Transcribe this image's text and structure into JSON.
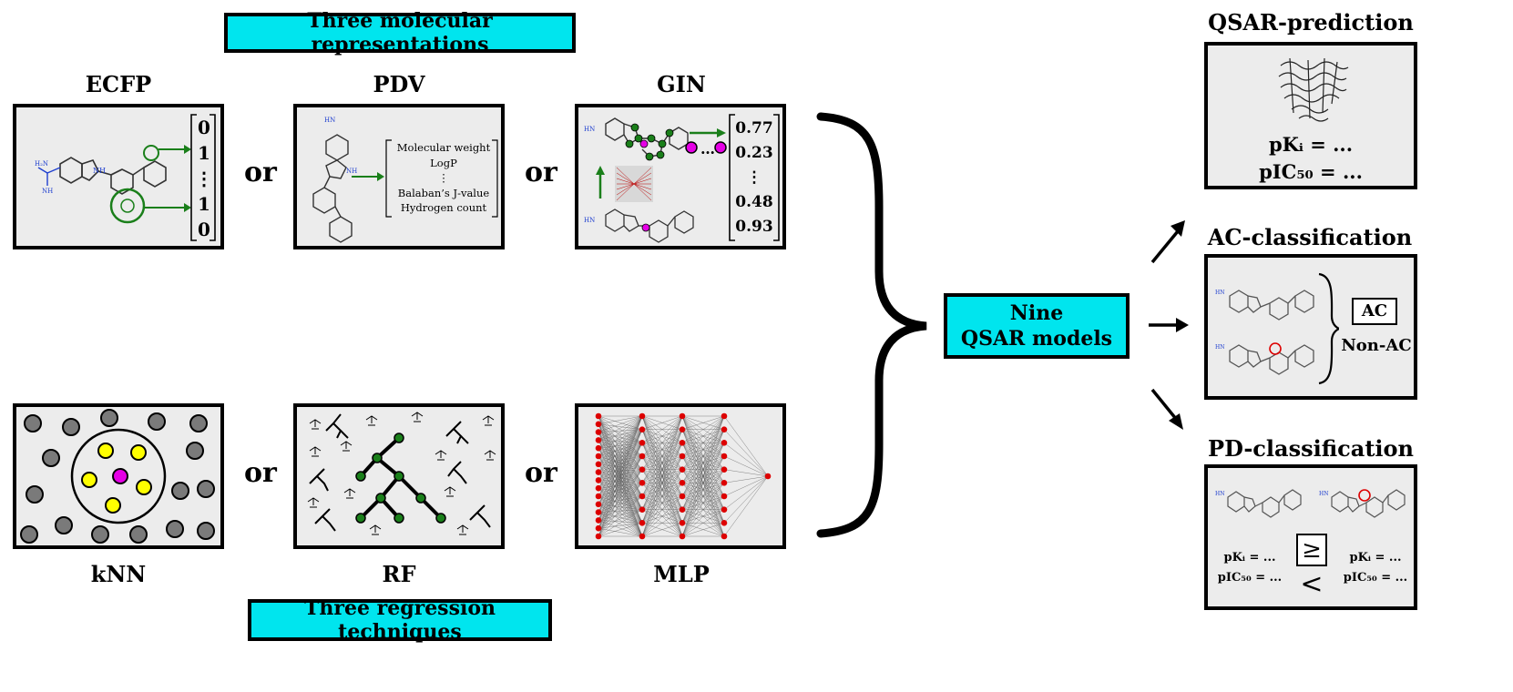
{
  "banners": {
    "representations": "Three molecular representations",
    "techniques": "Three regression techniques",
    "models_line1": "Nine",
    "models_line2": "QSAR models"
  },
  "representations": {
    "ecfp": "ECFP",
    "pdv": "PDV",
    "gin": "GIN"
  },
  "techniques": {
    "knn": "kNN",
    "rf": "RF",
    "mlp": "MLP"
  },
  "connector": "or",
  "ecfp_vector": [
    "0",
    "1",
    "⋮",
    "1",
    "0"
  ],
  "pdv_vector": [
    "Molecular weight",
    "LogP",
    "⋮",
    "Balaban’s J-value",
    "Hydrogen count"
  ],
  "gin_vector": [
    "0.77",
    "0.23",
    "⋮",
    "0.48",
    "0.93"
  ],
  "gin_dots": "…",
  "tasks": {
    "qsar": {
      "title": "QSAR-prediction",
      "line1": "pKᵢ = ...",
      "line2": "pIC₅₀ = ..."
    },
    "ac": {
      "title": "AC-classification",
      "ac_label": "AC",
      "nonac_label": "Non-AC"
    },
    "pd": {
      "title": "PD-classification",
      "left1": "pKᵢ = ...",
      "left2": "pIC₅₀ = ...",
      "right1": "pKᵢ = ...",
      "right2": "pIC₅₀ = ...",
      "ge": "≥",
      "lt": "<"
    }
  },
  "colors": {
    "banner": "#00e5ee",
    "panel": "#ececec",
    "green": "#1a7f1a",
    "magenta": "#e600e6",
    "yellow": "#ffff00",
    "red": "#dd0000",
    "gray": "#7a7a7a",
    "molecule_blue": "#1f3fcf"
  }
}
